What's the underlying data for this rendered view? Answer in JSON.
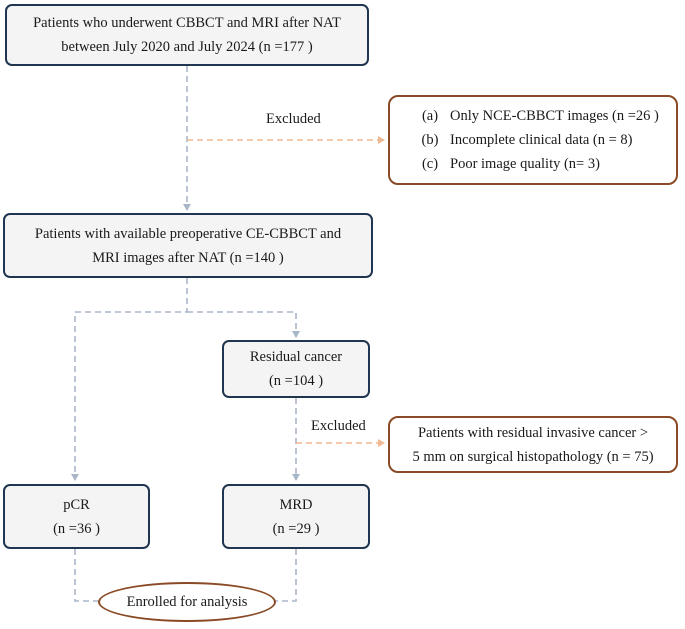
{
  "boxes": {
    "cohort": {
      "line1": "Patients who underwent CBBCT and MRI after NAT",
      "line2": "between July 2020 and July 2024 (n =177 )"
    },
    "exclusion1": {
      "items": [
        {
          "tag": "(a)",
          "text": "Only NCE-CBBCT images (n =26 )"
        },
        {
          "tag": "(b)",
          "text": "Incomplete clinical data (n = 8)"
        },
        {
          "tag": "(c)",
          "text": "Poor image quality (n= 3)"
        }
      ]
    },
    "available": {
      "line1": "Patients with available  preoperative CE-CBBCT and",
      "line2": "MRI images after NAT (n =140 )"
    },
    "residual": {
      "line1": "Residual cancer",
      "line2": "(n =104 )"
    },
    "exclusion2": {
      "line1": "Patients with residual invasive cancer >",
      "line2": "5 mm on surgical histopathology (n = 75)"
    },
    "pcr": {
      "line1": "pCR",
      "line2": "(n =36 )"
    },
    "mrd": {
      "line1": "MRD",
      "line2": "(n =29 )"
    }
  },
  "labels": {
    "excluded_1": "Excluded",
    "excluded_2": "Excluded"
  },
  "enrolled": "Enrolled for analysis",
  "colors": {
    "box_border": "#1f3550",
    "exclusion_border": "#8a4a25",
    "main_arrow": "#a9b6c8",
    "exclusion_arrow": "#f0b892",
    "box_fill": "#f4f4f4"
  }
}
